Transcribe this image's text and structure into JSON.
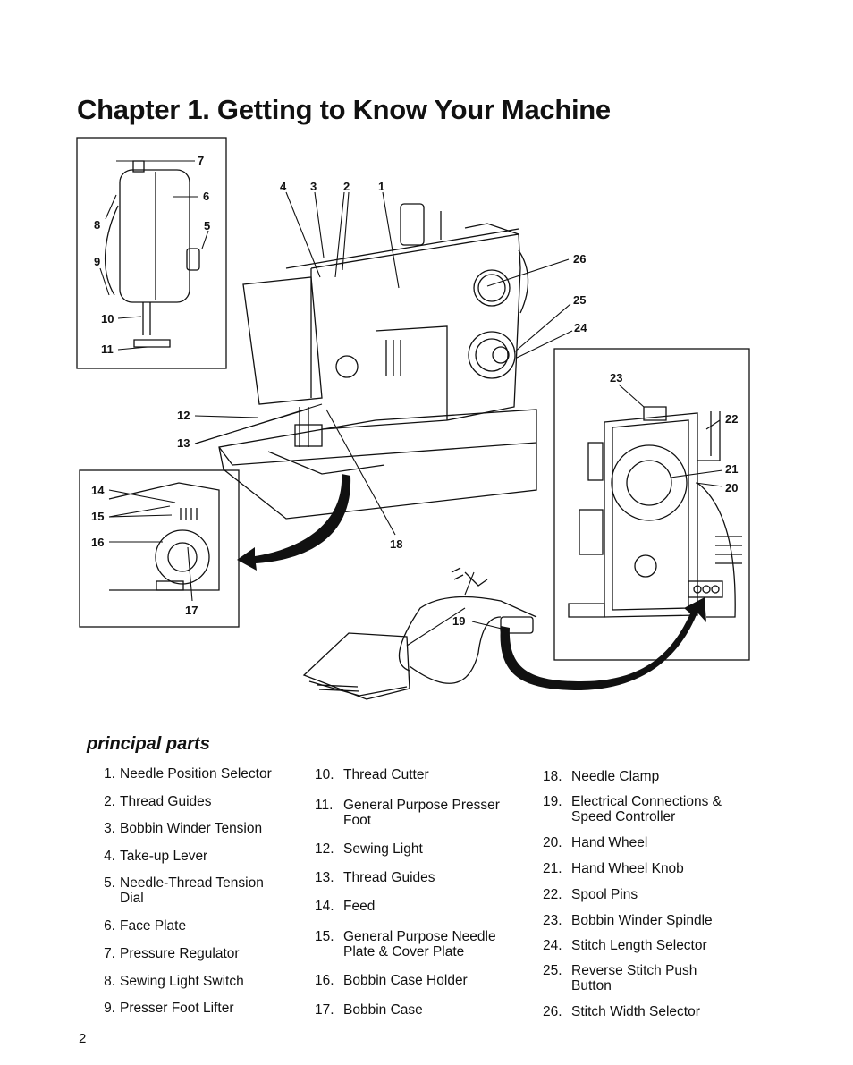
{
  "header": {
    "title": "Chapter 1. Getting to Know Your Machine"
  },
  "figure": {
    "callouts": [
      "1",
      "2",
      "3",
      "4",
      "5",
      "6",
      "7",
      "8",
      "9",
      "10",
      "11",
      "12",
      "13",
      "14",
      "15",
      "16",
      "17",
      "18",
      "19",
      "20",
      "21",
      "22",
      "23",
      "24",
      "25",
      "26"
    ]
  },
  "parts": {
    "heading": "principal parts",
    "items": [
      {
        "num": "1.",
        "name": "Needle Position Selector"
      },
      {
        "num": "2.",
        "name": "Thread Guides"
      },
      {
        "num": "3.",
        "name": "Bobbin Winder Tension"
      },
      {
        "num": "4.",
        "name": "Take-up Lever"
      },
      {
        "num": "5.",
        "name": "Needle-Thread Tension Dial"
      },
      {
        "num": "6.",
        "name": "Face Plate"
      },
      {
        "num": "7.",
        "name": "Pressure Regulator"
      },
      {
        "num": "8.",
        "name": "Sewing Light Switch"
      },
      {
        "num": "9.",
        "name": "Presser Foot Lifter"
      },
      {
        "num": "10.",
        "name": "Thread Cutter"
      },
      {
        "num": "11.",
        "name": "General Purpose Presser Foot"
      },
      {
        "num": "12.",
        "name": "Sewing Light"
      },
      {
        "num": "13.",
        "name": "Thread Guides"
      },
      {
        "num": "14.",
        "name": "Feed"
      },
      {
        "num": "15.",
        "name": "General Purpose Needle Plate & Cover Plate"
      },
      {
        "num": "16.",
        "name": "Bobbin Case Holder"
      },
      {
        "num": "17.",
        "name": "Bobbin Case"
      },
      {
        "num": "18.",
        "name": "Needle Clamp"
      },
      {
        "num": "19.",
        "name": "Electrical Connections & Speed Controller"
      },
      {
        "num": "20.",
        "name": "Hand Wheel"
      },
      {
        "num": "21.",
        "name": "Hand Wheel Knob"
      },
      {
        "num": "22.",
        "name": "Spool Pins"
      },
      {
        "num": "23.",
        "name": "Bobbin Winder Spindle"
      },
      {
        "num": "24.",
        "name": "Stitch Length Selector"
      },
      {
        "num": "25.",
        "name": "Reverse Stitch Push Button"
      },
      {
        "num": "26.",
        "name": "Stitch Width Selector"
      }
    ]
  },
  "footer": {
    "page_number": "2"
  }
}
